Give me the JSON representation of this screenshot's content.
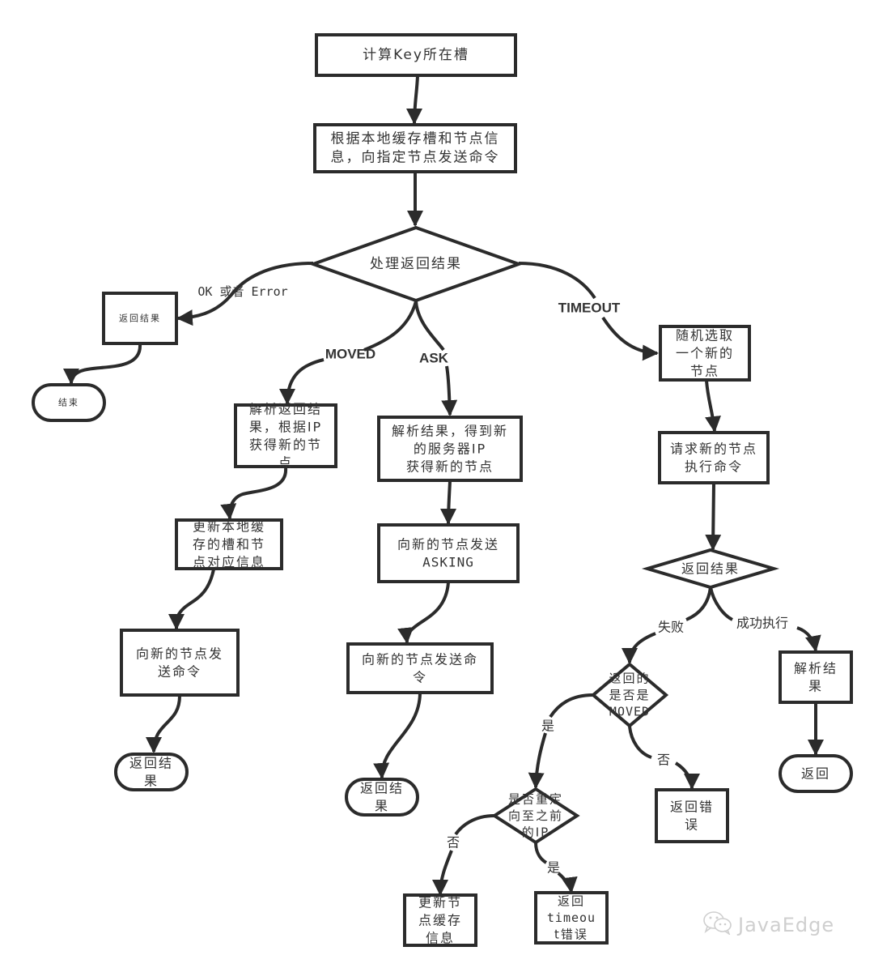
{
  "diagram": {
    "nodes": {
      "calc_slot": {
        "lines": [
          "计算Key所在槽"
        ]
      },
      "send_by_local": {
        "lines": [
          "根据本地缓存槽和节点信",
          "息，向指定节点发送命令"
        ]
      },
      "handle_result": {
        "lines": [
          "处理返回结果"
        ]
      },
      "return_result_ok": {
        "lines": [
          "返回结果"
        ]
      },
      "end": {
        "lines": [
          "结束"
        ]
      },
      "parse_moved": {
        "lines": [
          "解析返回结",
          "果，根据IP",
          "获得新的节",
          "点"
        ]
      },
      "update_local_cache": {
        "lines": [
          "更新本地缓",
          "存的槽和节",
          "点对应信息"
        ]
      },
      "moved_send_cmd": {
        "lines": [
          "向新的节点发",
          "送命令"
        ]
      },
      "moved_return": {
        "lines": [
          "返回结",
          "果"
        ]
      },
      "parse_ask": {
        "lines": [
          "解析结果，得到新",
          "的服务器IP",
          "获得新的节点"
        ]
      },
      "send_asking": {
        "lines": [
          "向新的节点发送",
          "ASKING"
        ]
      },
      "ask_send_cmd": {
        "lines": [
          "向新的节点发送命",
          "令"
        ]
      },
      "ask_return": {
        "lines": [
          "返回结",
          "果"
        ]
      },
      "random_node": {
        "lines": [
          "随机选取",
          "一个新的",
          "节点"
        ]
      },
      "request_new_node": {
        "lines": [
          "请求新的节点",
          "执行命令"
        ]
      },
      "timeout_result": {
        "lines": [
          "返回结果"
        ]
      },
      "parse_success": {
        "lines": [
          "解析结",
          "果"
        ]
      },
      "success_return": {
        "lines": [
          "返回"
        ]
      },
      "is_moved": {
        "lines": [
          "返回的",
          "是否是",
          "MOVED"
        ]
      },
      "return_error": {
        "lines": [
          "返回错",
          "误"
        ]
      },
      "is_redirect_prev": {
        "lines": [
          "是否重定",
          "向至之前",
          "的IP"
        ]
      },
      "update_node_cache": {
        "lines": [
          "更新节",
          "点缓存",
          "信息"
        ]
      },
      "return_timeout_error": {
        "lines": [
          "返回",
          "timeou",
          "t错误"
        ]
      }
    },
    "edge_labels": {
      "ok_or_error": "OK 或者 Error",
      "moved": "MOVED",
      "ask": "ASK",
      "timeout": "TIMEOUT",
      "fail": "失败",
      "success": "成功执行",
      "yes_moved": "是",
      "no_moved": "否",
      "no_redirect": "否",
      "yes_redirect": "是"
    },
    "colors": {
      "stroke": "#2b2b2b",
      "text": "#333333",
      "background": "#ffffff",
      "watermark": "#cfcfcf"
    }
  },
  "watermark": {
    "icon": "wechat-icon",
    "text": "JavaEdge"
  }
}
